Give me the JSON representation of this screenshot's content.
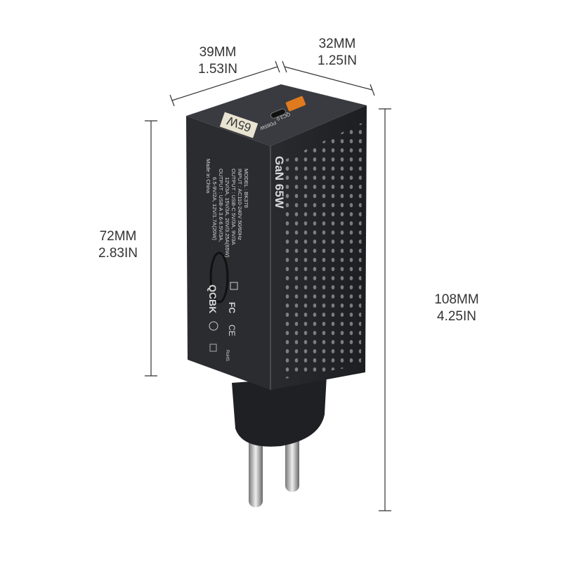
{
  "dimensions": {
    "width": {
      "mm": "39MM",
      "in": "1.53IN"
    },
    "depth": {
      "mm": "32MM",
      "in": "1.25IN"
    },
    "body_height": {
      "mm": "72MM",
      "in": "2.83IN"
    },
    "total_height": {
      "mm": "108MM",
      "in": "4.25IN"
    }
  },
  "product": {
    "badge": "65W",
    "side_brand": "GaN 65W",
    "port_a_label": "QC3.0",
    "port_c_label": "PD65W",
    "spec_lines": [
      "MODEL : BK378",
      "INPUT : AC110-240V 50/60Hz",
      "OUTPUT : USB-C 5V/3A, 9V/3A",
      "12V/3A,  15V/3A,  20V/3.25A(65W)",
      "OUTPUT : USB-A 3.6-6.5V/3A,",
      "6.5-9V/2A,  12V/1.7A(20W)",
      "Made in China"
    ],
    "brand": "QCBK",
    "cert_fc": "FC",
    "cert_ce": "CE",
    "cert_rohs": "RoHS",
    "body_color": "#2b2c30",
    "port_accent": "#e07a1f"
  }
}
